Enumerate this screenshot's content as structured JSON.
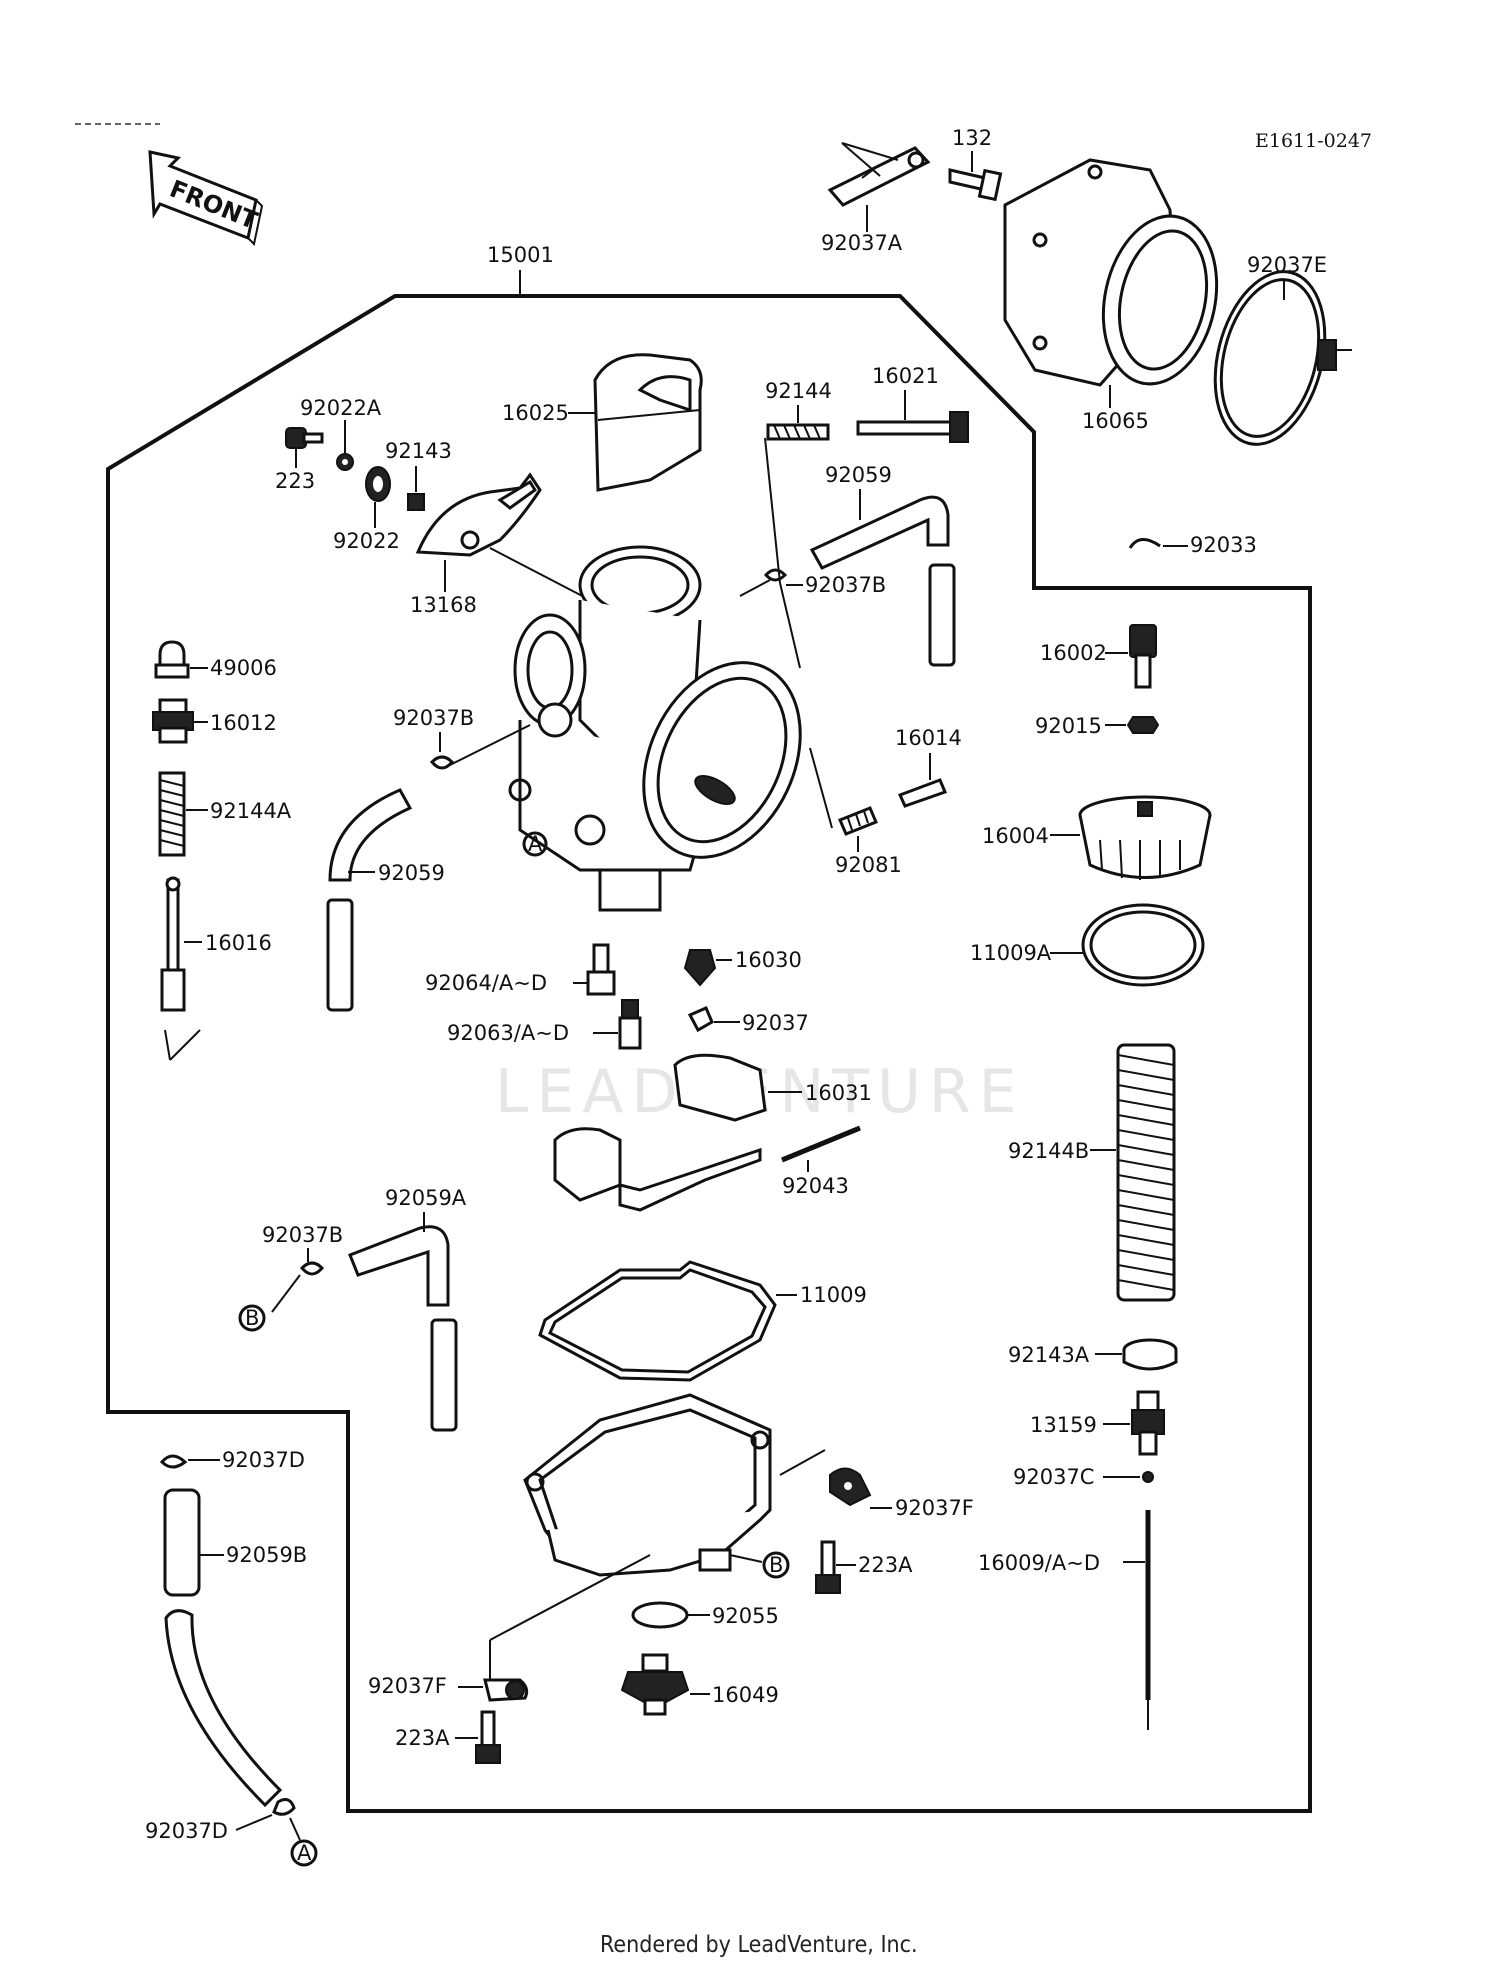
{
  "diagram_code": "E1611-0247",
  "front_label": "FRONT",
  "assembly_label": "15001",
  "watermark": "LEADVENTURE",
  "footer": "Rendered by LeadVenture, Inc.",
  "callouts": {
    "c132": "132",
    "c92037A": "92037A",
    "c92037E": "92037E",
    "c16065": "16065",
    "c16025": "16025",
    "c92144": "92144",
    "c16021": "16021",
    "c92022A": "92022A",
    "c92143": "92143",
    "c223": "223",
    "c92022": "92022",
    "c13168": "13168",
    "c92059top": "92059",
    "c92037Btop": "92037B",
    "c92033": "92033",
    "c49006": "49006",
    "c16012": "16012",
    "c92037Bmid": "92037B",
    "c92144A": "92144A",
    "c92059left": "92059",
    "c16016": "16016",
    "c16014": "16014",
    "c92081": "92081",
    "c16002": "16002",
    "c92015": "92015",
    "c16004": "16004",
    "c11009A": "11009A",
    "c92064": "92064/A∼D",
    "c16030": "16030",
    "c92063": "92063/A∼D",
    "c92037": "92037",
    "c16031": "16031",
    "c92043": "92043",
    "c92144B": "92144B",
    "c92059A": "92059A",
    "c92037Bleft": "92037B",
    "c11009": "11009",
    "c92143A": "92143A",
    "c13159": "13159",
    "c92037C": "92037C",
    "c92037Dtop": "92037D",
    "c92037F1": "92037F",
    "c92059B": "92059B",
    "c223A1": "223A",
    "c16009": "16009/A∼D",
    "c92055": "92055",
    "c92037F2": "92037F",
    "c16049": "16049",
    "c223A2": "223A",
    "c92037Dbot": "92037D"
  },
  "ref_markers": {
    "A": "A",
    "B": "B"
  }
}
